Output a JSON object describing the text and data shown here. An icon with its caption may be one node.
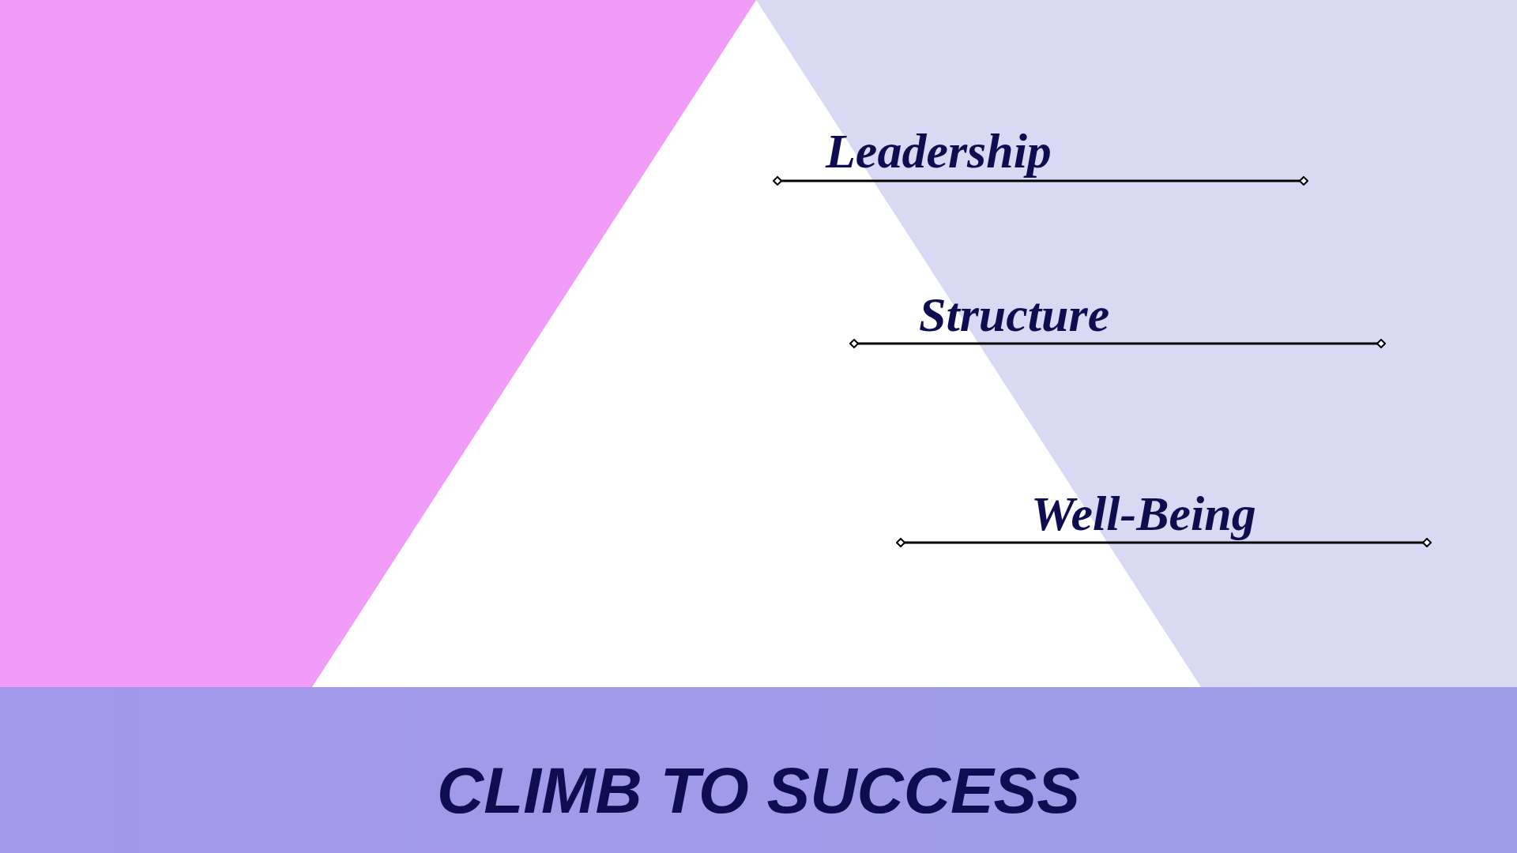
{
  "diagram": {
    "title": "CLIMB TO SUCCESS",
    "labels": [
      "Leadership",
      "Structure",
      "Well-Being"
    ]
  }
}
